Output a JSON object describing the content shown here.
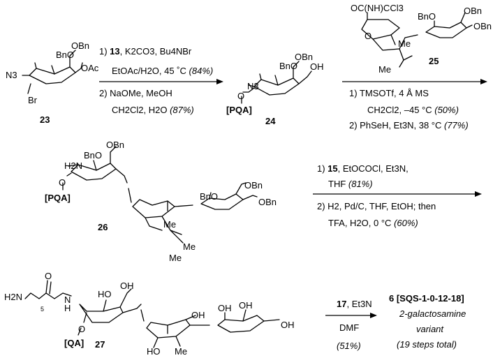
{
  "compounds": {
    "c23": {
      "number": "23",
      "labels": {
        "obn": "OBn",
        "bno": "BnO",
        "oac": "OAc",
        "n3": "N3",
        "br": "Br"
      }
    },
    "c24": {
      "number": "24",
      "labels": {
        "obn": "OBn",
        "bno": "BnO",
        "oh": "OH",
        "n3": "N3",
        "o": "O",
        "pqa": "[PQA]"
      }
    },
    "c25": {
      "number": "25",
      "labels": {
        "imidate": "OC(NH)CCl3",
        "bno": "BnO",
        "obn1": "OBn",
        "obn2": "OBn",
        "me1": "Me",
        "me2": "Me",
        "o": "O"
      }
    },
    "c26": {
      "number": "26",
      "labels": {
        "h2n": "H2N",
        "bno": "BnO",
        "obn": "OBn",
        "pqa": "[PQA]",
        "o": "O",
        "me1": "Me",
        "me2": "Me",
        "bno2": "BnO",
        "obn2": "OBn",
        "obn3": "OBn"
      }
    },
    "c27": {
      "number": "27",
      "labels": {
        "h2n": "H2N",
        "sub5": "5",
        "o": "O",
        "n": "N",
        "h": "H",
        "ho": "HO",
        "oh": "OH",
        "qa": "[QA]",
        "ho2": "HO",
        "me": "Me",
        "oh2": "OH",
        "oh3": "OH",
        "oh4": "OH",
        "oh5": "OH"
      }
    }
  },
  "steps": {
    "step1": {
      "line1_prefix": "1) ",
      "line1_ref": "13",
      "line1_rest": ", K2CO3, Bu4NBr",
      "line2_main": "EtOAc/H2O, 45 ˚C ",
      "line2_yield": "(84%)",
      "line3": "2) NaOMe, MeOH",
      "line4_main": "CH2Cl2, H2O ",
      "line4_yield": "(87%)"
    },
    "step2": {
      "line1": "1)  TMSOTf, 4 Å MS",
      "line2_main": "CH2Cl2, –45 °C ",
      "line2_yield": "(50%)",
      "line3_main": "2) PhSeH, Et3N, 38 °C ",
      "line3_yield": "(77%)"
    },
    "step3": {
      "line1_prefix": "1) ",
      "line1_ref": "15",
      "line1_rest": ", EtOCOCl, Et3N,",
      "line2_main": "THF ",
      "line2_yield": "(81%)",
      "line3": "2) H2, Pd/C, THF, EtOH; then",
      "line4_main": "TFA, H2O, 0 °C ",
      "line4_yield": "(60%)"
    },
    "step4": {
      "line1_ref": "17",
      "line1_rest": ", Et3N",
      "line2": "DMF",
      "line3": "(51%)"
    }
  },
  "product": {
    "title": "6 [SQS-1-0-12-18]",
    "line2": "2-galactosamine",
    "line3": "variant",
    "line4": "(19 steps total)"
  }
}
